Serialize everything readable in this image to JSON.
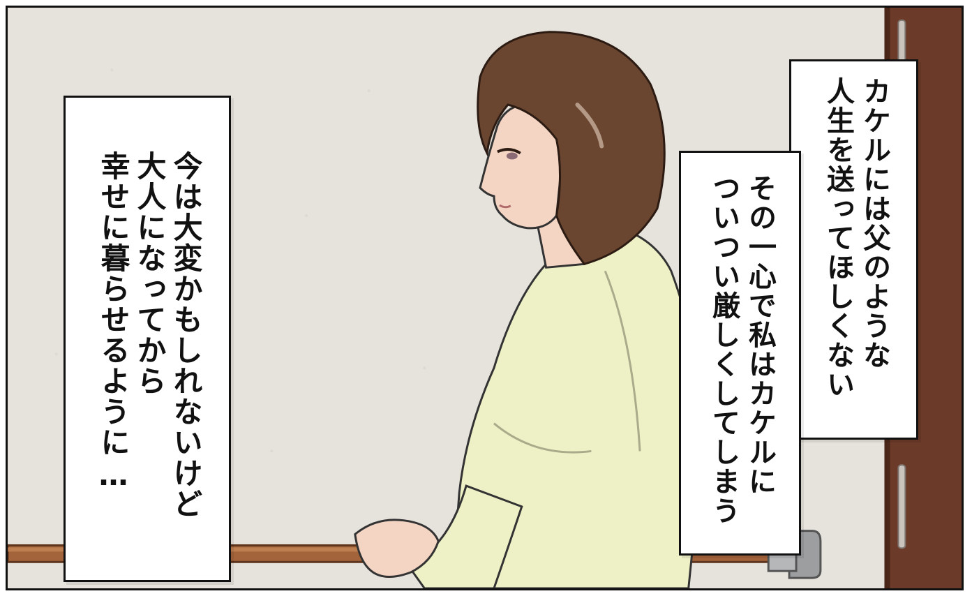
{
  "captions": {
    "left": [
      "今は大変かもしれないけど",
      "大人になってから",
      "幸せに暮らせるように…"
    ],
    "right_top": [
      "カケルには父のような",
      "人生を送ってほしくない"
    ],
    "right_bottom": [
      "その一心で私はカケルに",
      "ついつい厳しくしてしまう"
    ]
  },
  "colors": {
    "wall": "#e6e3dc",
    "door": "#6b3a28",
    "handrail": "#a4643b",
    "sweater": "#eef0c6",
    "hair": "#6a4630",
    "skin": "#f4d4c2"
  }
}
